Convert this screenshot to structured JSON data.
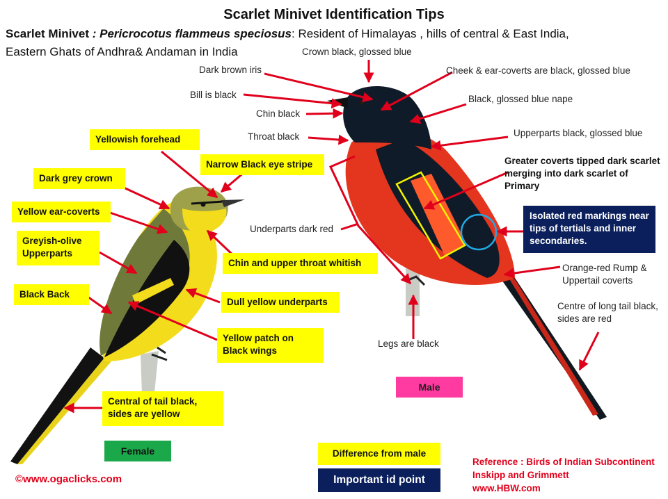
{
  "title": "Scarlet  Minivet Identification Tips",
  "intro": {
    "common_name": "Scarlet Minivet",
    "separator": " : ",
    "scientific_name": "Pericrocotus flammeus speciosus",
    "description_line1": ":  Resident of Himalayas , hills of central & East India,",
    "description_line2": "Eastern Ghats of Andhra& Andaman in India"
  },
  "male_labels": {
    "crown": "Crown black, glossed blue",
    "iris": "Dark brown iris",
    "cheek": "Cheek & ear-coverts are black, glossed blue",
    "bill": "Bill is black",
    "nape": "Black, glossed blue nape",
    "chin": "Chin black",
    "throat": "Throat black",
    "upperparts": "Upperparts  black, glossed blue",
    "greater_coverts": "Greater coverts tipped  dark scarlet merging into  dark scarlet of Primary",
    "underparts": "Underparts dark red",
    "isolated": "Isolated red markings near tips of tertials and inner secondaries.",
    "rump": "Orange-red  Rump & Uppertail coverts",
    "tail": "Centre of long tail black, sides are red",
    "legs": "Legs are black",
    "sex": "Male"
  },
  "female_labels": {
    "forehead": "Yellowish forehead",
    "eye_stripe": "Narrow Black eye stripe",
    "crown": "Dark grey crown",
    "ear_coverts": "Yellow ear-coverts",
    "upperparts": "Greyish-olive Upperparts",
    "chin": "Chin and upper throat whitish",
    "back": "Black Back",
    "underparts": "Dull yellow underparts",
    "wing_patch": "Yellow patch on Black wings",
    "tail": "Central of tail black, sides are yellow",
    "sex": "Female"
  },
  "legend": {
    "difference": "Difference from male",
    "important": "Important  id point"
  },
  "reference": {
    "line1": "Reference : Birds of Indian Subcontinent",
    "line2": "Inskipp and Grimmett",
    "line3": "www.HBW.com"
  },
  "credit": "©www.ogaclicks.com",
  "colors": {
    "difference_box": "#ffff00",
    "important_box": "#0a1f5c",
    "arrow": "#e0001b",
    "male_tag": "#ff3aa0",
    "female_tag": "#1aa84a",
    "male_body": "#e4361f",
    "male_head": "#0f1b28",
    "female_body": "#f2dc1c",
    "female_back": "#6f7a3a"
  }
}
